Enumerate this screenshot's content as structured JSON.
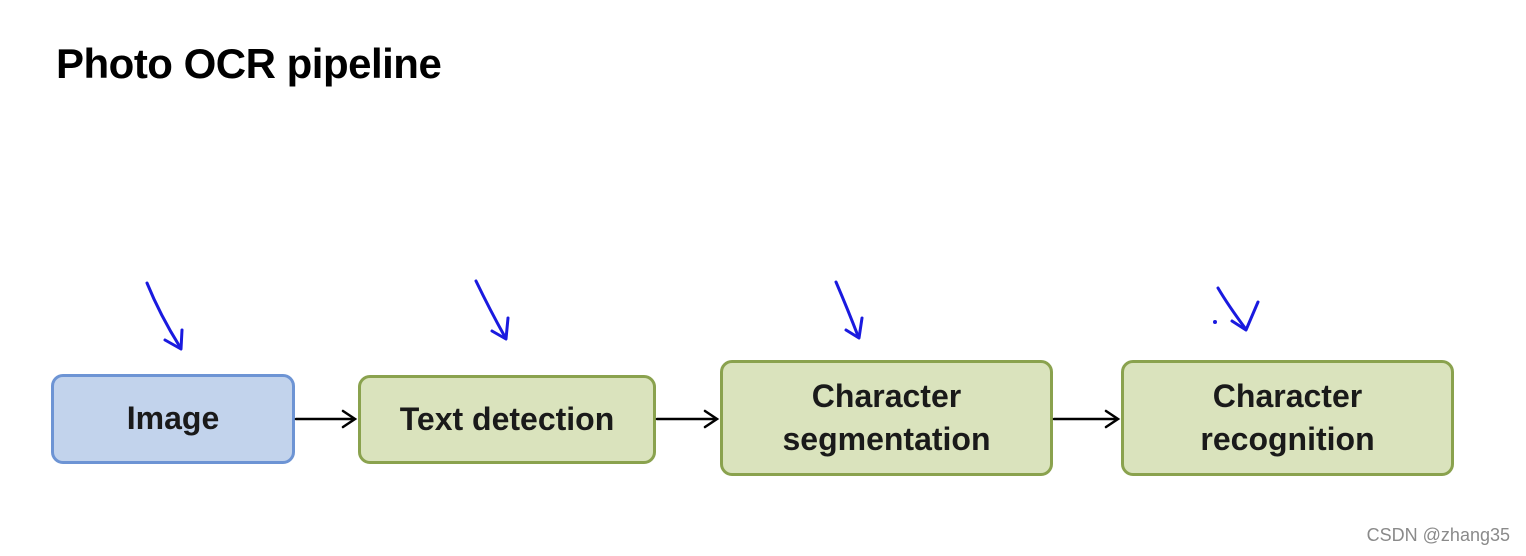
{
  "title": "Photo OCR pipeline",
  "pipeline": {
    "stages": [
      {
        "label": "Image",
        "color": "#c2d3ec",
        "border": "#6d94d4"
      },
      {
        "label": "Text detection",
        "color": "#dae3bd",
        "border": "#8aa24e"
      },
      {
        "label": "Character\nsegmentation",
        "color": "#dae3bd",
        "border": "#8aa24e"
      },
      {
        "label": "Character\nrecognition",
        "color": "#dae3bd",
        "border": "#8aa24e"
      }
    ],
    "connector_color": "#000000",
    "annotation_color": "#1a1adf"
  },
  "watermark": "CSDN @zhang35"
}
